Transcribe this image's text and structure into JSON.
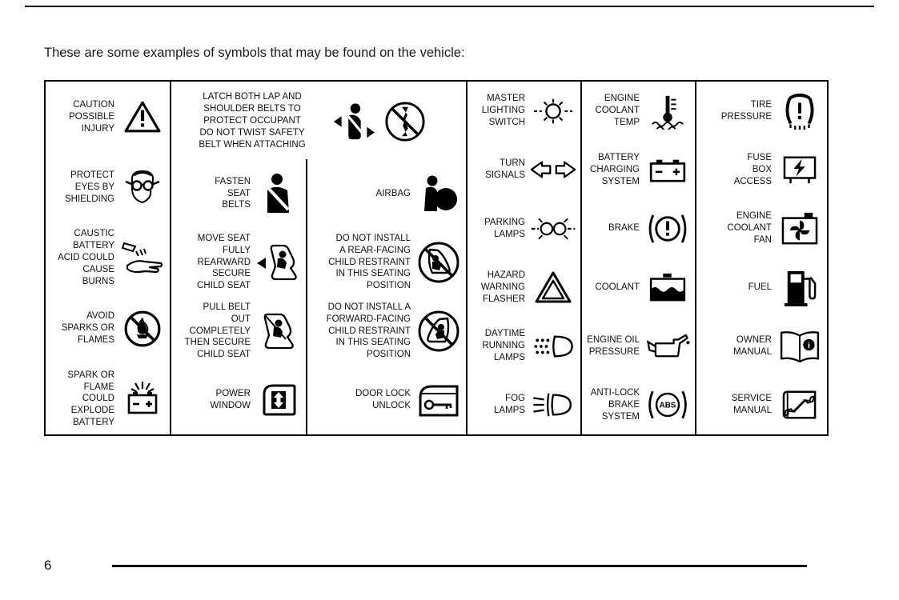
{
  "page": {
    "intro_text": "These are some examples of symbols that may be found on the vehicle:",
    "page_number": "6"
  },
  "symbols": {
    "col_safety": [
      {
        "label": "CAUTION\nPOSSIBLE\nINJURY",
        "icon": "warning-triangle-icon"
      },
      {
        "label": "PROTECT\nEYES BY\nSHIELDING",
        "icon": "eye-protection-icon"
      },
      {
        "label": "CAUSTIC\nBATTERY\nACID COULD\nCAUSE\nBURNS",
        "icon": "acid-hand-icon"
      },
      {
        "label": "AVOID\nSPARKS OR\nFLAMES",
        "icon": "no-flames-icon"
      },
      {
        "label": "SPARK OR\nFLAME\nCOULD\nEXPLODE\nBATTERY",
        "icon": "battery-explosion-icon"
      }
    ],
    "latch_note": {
      "label": "LATCH BOTH LAP AND\nSHOULDER BELTS TO\nPROTECT OCCUPANT\nDO NOT TWIST SAFETY\nBELT WHEN ATTACHING",
      "icons": [
        "lap-shoulder-belt-icon",
        "no-twist-belt-icon"
      ]
    },
    "col_seat_left": [
      {
        "label": "FASTEN\nSEAT\nBELTS",
        "icon": "fasten-seat-belt-icon"
      },
      {
        "label": "MOVE SEAT\nFULLY\nREARWARD\nSECURE\nCHILD SEAT",
        "icon": "move-seat-rearward-icon"
      },
      {
        "label": "PULL BELT\nOUT\nCOMPLETELY\nTHEN SECURE\nCHILD SEAT",
        "icon": "pull-belt-child-seat-icon"
      },
      {
        "label": "POWER\nWINDOW",
        "icon": "power-window-icon"
      }
    ],
    "col_seat_right": [
      {
        "label": "AIRBAG",
        "icon": "airbag-icon"
      },
      {
        "label": "DO NOT INSTALL\nA REAR-FACING\nCHILD RESTRAINT\nIN THIS SEATING\nPOSITION",
        "icon": "no-rear-facing-restraint-icon"
      },
      {
        "label": "DO NOT INSTALL A\nFORWARD-FACING\nCHILD RESTRAINT\nIN THIS SEATING\nPOSITION",
        "icon": "no-forward-facing-restraint-icon"
      },
      {
        "label": "DOOR LOCK\nUNLOCK",
        "icon": "door-lock-icon"
      }
    ],
    "col_lighting": [
      {
        "label": "MASTER\nLIGHTING\nSWITCH",
        "icon": "master-lighting-switch-icon"
      },
      {
        "label": "TURN\nSIGNALS",
        "icon": "turn-signals-icon"
      },
      {
        "label": "PARKING\nLAMPS",
        "icon": "parking-lamps-icon"
      },
      {
        "label": "HAZARD\nWARNING\nFLASHER",
        "icon": "hazard-flasher-icon"
      },
      {
        "label": "DAYTIME\nRUNNING\nLAMPS",
        "icon": "daytime-running-lamps-icon"
      },
      {
        "label": "FOG\nLAMPS",
        "icon": "fog-lamps-icon"
      }
    ],
    "col_engine": [
      {
        "label": "ENGINE\nCOOLANT\nTEMP",
        "icon": "engine-coolant-temp-icon"
      },
      {
        "label": "BATTERY\nCHARGING\nSYSTEM",
        "icon": "battery-charging-icon"
      },
      {
        "label": "BRAKE",
        "icon": "brake-warning-icon"
      },
      {
        "label": "COOLANT",
        "icon": "coolant-icon"
      },
      {
        "label": "ENGINE OIL\nPRESSURE",
        "icon": "engine-oil-pressure-icon"
      },
      {
        "label": "ANTI-LOCK\nBRAKE\nSYSTEM",
        "icon": "abs-icon"
      }
    ],
    "col_misc": [
      {
        "label": "TIRE\nPRESSURE",
        "icon": "tire-pressure-icon"
      },
      {
        "label": "FUSE\nBOX\nACCESS",
        "icon": "fuse-box-icon"
      },
      {
        "label": "ENGINE\nCOOLANT\nFAN",
        "icon": "engine-coolant-fan-icon"
      },
      {
        "label": "FUEL",
        "icon": "fuel-icon"
      },
      {
        "label": "OWNER\nMANUAL",
        "icon": "owner-manual-icon"
      },
      {
        "label": "SERVICE\nMANUAL",
        "icon": "service-manual-icon"
      }
    ]
  }
}
